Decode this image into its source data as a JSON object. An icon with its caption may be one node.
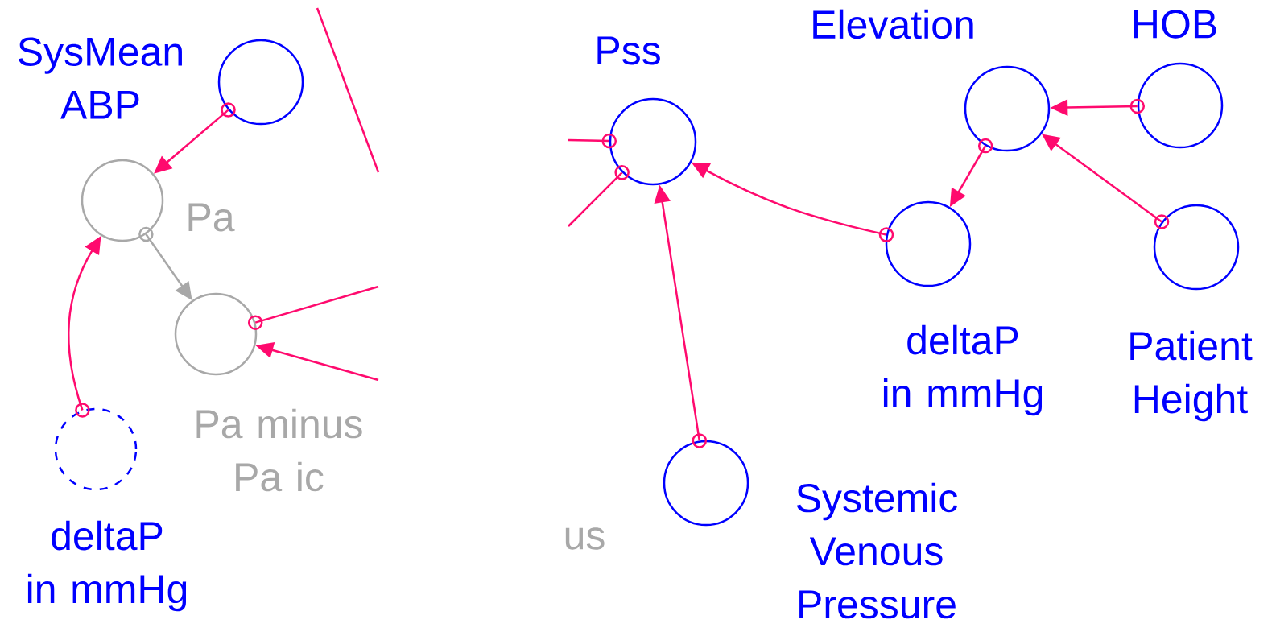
{
  "diagram": {
    "nodes": [
      {
        "text": [
          "SysMean ABP"
        ]
      },
      {
        "text": [
          "Pa"
        ]
      },
      {
        "text": [
          "Pa minus Pa ic"
        ]
      },
      {
        "text": [
          "deltaP in mmHg"
        ]
      },
      {
        "text": [
          "Pss"
        ]
      },
      {
        "text": [
          "Elevation"
        ]
      },
      {
        "text": [
          "HOB"
        ]
      },
      {
        "text": [
          "deltaP in mmHg"
        ]
      },
      {
        "text": [
          "Patient Height"
        ]
      },
      {
        "text": [
          "Systemic Venous Pressure"
        ]
      }
    ],
    "edges": [
      {
        "from": 0,
        "to": 1,
        "arrow": "to"
      },
      {
        "from": 3,
        "to": 1,
        "arrow": "to"
      },
      {
        "from": 1,
        "to": 2,
        "arrow": "to",
        "color": "#a8a8a8"
      },
      {
        "from": 2,
        "to": null,
        "arrow": "other"
      },
      {
        "from": null,
        "to": 2,
        "arrow": "to"
      },
      {
        "from": 4,
        "to": null,
        "arrow": "other"
      },
      {
        "from": 4,
        "to": null,
        "arrow": "other"
      },
      {
        "from": 7,
        "to": 4,
        "arrow": "to"
      },
      {
        "from": 9,
        "to": 4,
        "arrow": "to"
      },
      {
        "from": 5,
        "to": 7,
        "arrow": "to"
      },
      {
        "from": 6,
        "to": 5,
        "arrow": "to"
      },
      {
        "from": 8,
        "to": 5,
        "arrow": "to"
      }
    ],
    "labels": [
      "us"
    ]
  }
}
